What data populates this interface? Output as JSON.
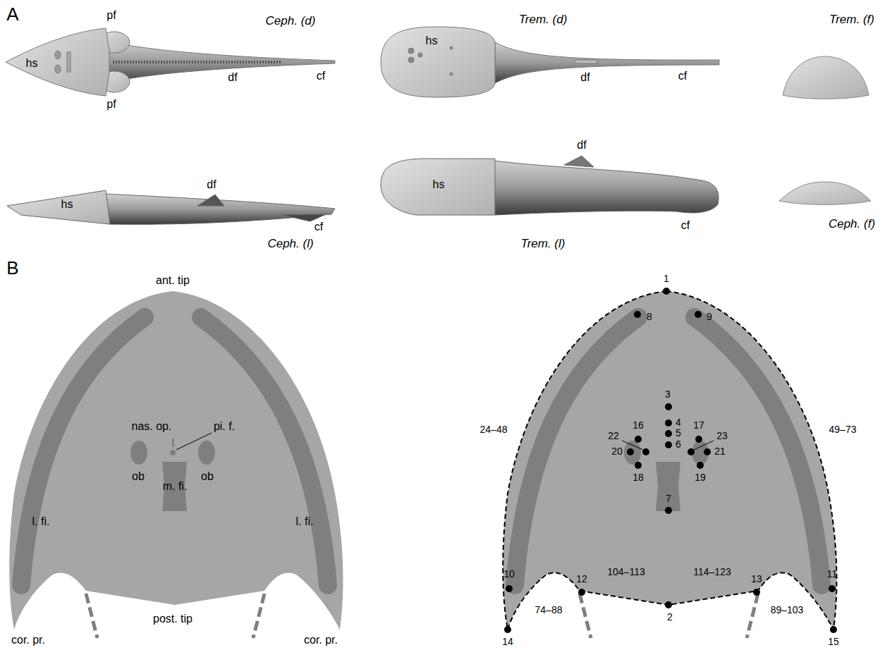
{
  "diagram": {
    "labels": [
      "A",
      "Ceph. (d)",
      "pf",
      "pf",
      "hs",
      "df",
      "cf",
      "Trem. (d)",
      "hs",
      "df",
      "cf",
      "Trem. (f)",
      "df",
      "hs",
      "cf",
      "Ceph. (l)",
      "df",
      "hs",
      "cf",
      "Trem. (l)",
      "Ceph. (f)",
      "B",
      "ant. tip",
      "nas. op.",
      "pi. f.",
      "ob",
      "ob",
      "m. fi.",
      "l. fi.",
      "l. fi.",
      "post. tip",
      "cor. pr.",
      "cor. pr.",
      "1",
      "2",
      "3",
      "4",
      "5",
      "6",
      "7",
      "8",
      "9",
      "10",
      "11",
      "12",
      "13",
      "14",
      "15",
      "16",
      "17",
      "18",
      "19",
      "20",
      "21",
      "22",
      "23",
      "24–48",
      "49–73",
      "74–88",
      "89–103",
      "104–113",
      "114–123"
    ]
  }
}
